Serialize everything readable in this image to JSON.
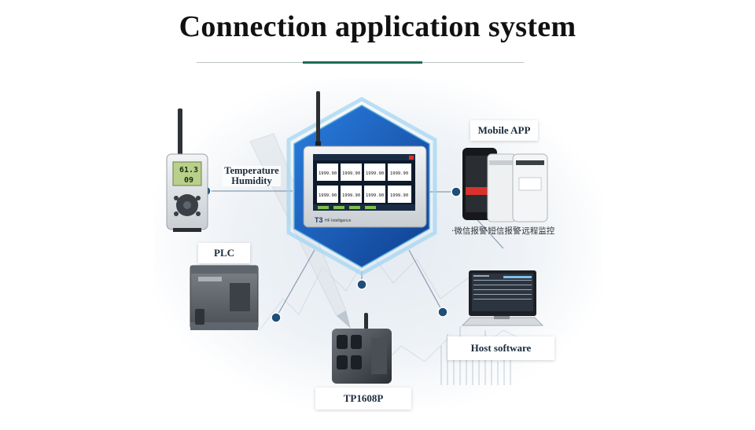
{
  "title": "Connection application system",
  "labels": {
    "temperature_humidity": [
      "Temperature",
      "Humidity"
    ],
    "plc": "PLC",
    "mobile_app": "Mobile APP",
    "host_software": "Host software",
    "tp1608p": "TP1608P"
  },
  "mobile_features": [
    "·微信报警",
    "·短信报警",
    "·远程监控"
  ],
  "screen": {
    "brand": "T3",
    "tagline": "HF Intelligence",
    "readings": [
      "1999.90",
      "1999.90",
      "1999.90",
      "1999.90",
      "1999.90",
      "1999.90",
      "1999.90",
      "1999.90"
    ]
  },
  "handheld_display": [
    "61.3",
    "09"
  ],
  "colors": {
    "title": "#111111",
    "accent_rule": "#1d6b57",
    "node_dot": "#1f4e79",
    "hex_frame": "#1a5fb8",
    "hex_glow": "#7cc4ec",
    "label_text": "#1a2b3c"
  }
}
